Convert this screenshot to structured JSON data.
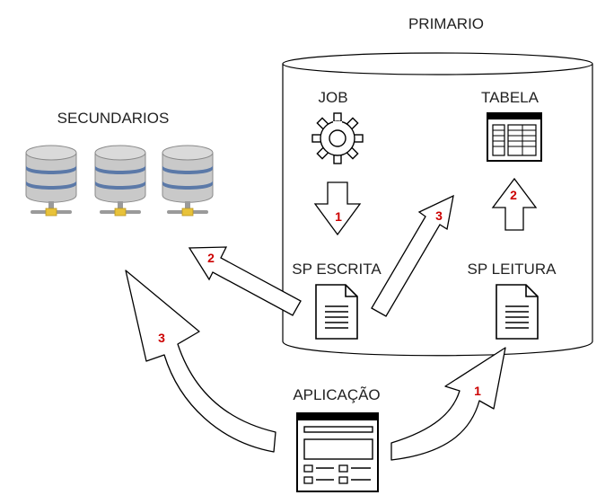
{
  "labels": {
    "primary": "PRIMARIO",
    "secondaries": "SECUNDARIOS",
    "job": "JOB",
    "table": "TABELA",
    "sp_write": "SP ESCRITA",
    "sp_read": "SP LEITURA",
    "application": "APLICAÇÃO"
  },
  "step_numbers": {
    "job_to_sp_write": "1",
    "sp_read_to_table": "2",
    "sp_write_to_table": "3",
    "sp_write_to_secondaries": "2",
    "application_to_secondaries": "3",
    "application_to_primary": "1"
  },
  "colors": {
    "line": "#000000",
    "step_number": "#cc0000",
    "server_body": "#c9c9c9",
    "server_band": "#5b79a8",
    "server_connector": "#e8c23a"
  },
  "icons": {
    "job": "gear-icon",
    "table": "table-icon",
    "sp_write": "document-icon",
    "sp_read": "document-icon",
    "application": "app-window-icon",
    "secondaries": "database-server-icon"
  }
}
